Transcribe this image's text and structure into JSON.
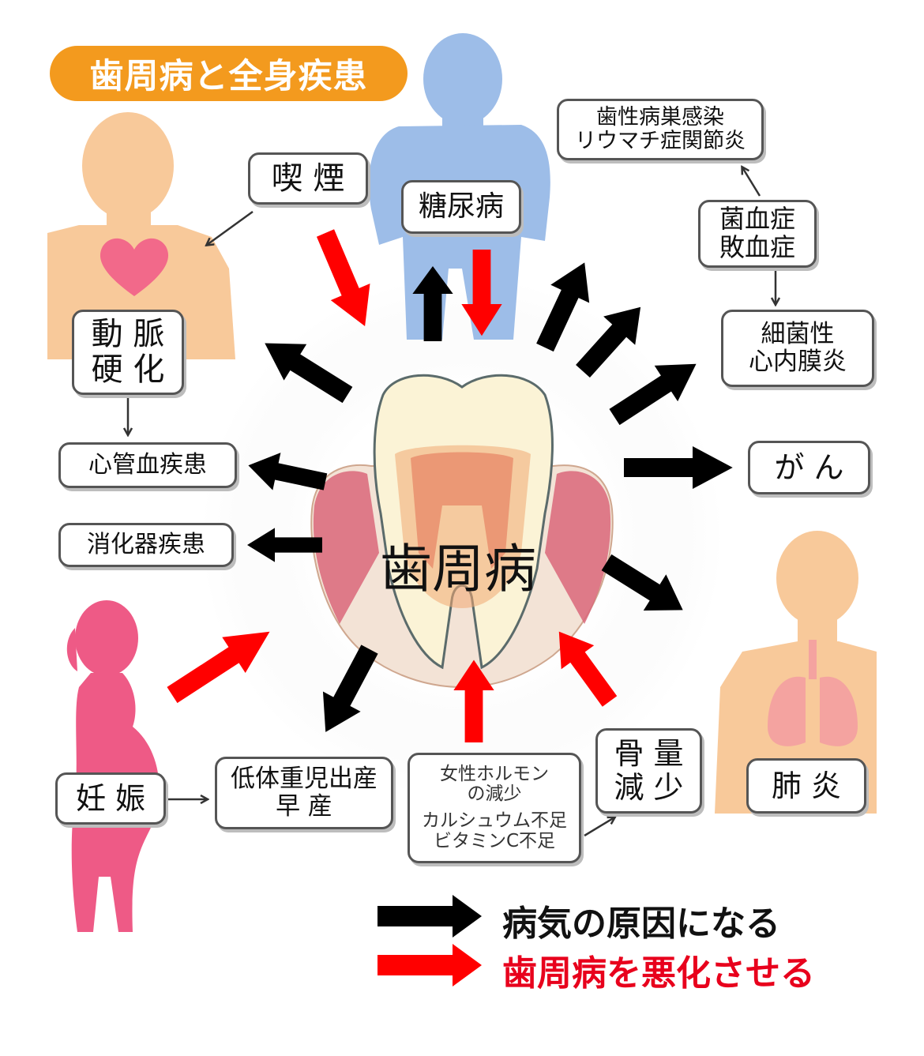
{
  "title": "歯周病と全身疾患",
  "center": "歯周病",
  "nodes": {
    "kitsuen": "喫 煙",
    "tonyobyo": "糖尿病",
    "shiseibyo_line1": "歯性病巣感染",
    "shiseibyo_line2": "リウマチ症関節炎",
    "kinketsusho_line1": "菌血症",
    "kinketsusho_line2": "敗血症",
    "saikinsei_line1": "細菌性",
    "saikinsei_line2": "心内膜炎",
    "gan": "が ん",
    "domyaku_line1": "動 脈",
    "domyaku_line2": "硬 化",
    "shinkekkan": "心管血疾患",
    "shokaki": "消化器疾患",
    "haien": "肺 炎",
    "kotsuryo_line1": "骨 量",
    "kotsuryo_line2": "減 少",
    "joseihormone_line1": "女性ホルモン",
    "joseihormone_line2": "の減少",
    "joseihormone_line3": "カルシュウム不足",
    "joseihormone_line4": "ビタミンC不足",
    "teitaiju_line1": "低体重児出産",
    "teitaiju_line2": "早 産",
    "ninshin": "妊 娠"
  },
  "legend": {
    "black_label": "病気の原因になる",
    "red_label": "歯周病を悪化させる"
  },
  "colors": {
    "title_bg": "#f39a1e",
    "cause_arrow": "#000000",
    "worsen_arrow": "#ff0000",
    "legend_red_text": "#e8001c",
    "heart": "#f2698a",
    "skin": "#f8c99a",
    "diabetic_figure": "#9dbde8",
    "pregnant_figure": "#ee5a86",
    "lungs": "#f4a3a0"
  },
  "icons": [
    "heart-icon",
    "lungs-icon",
    "tooth-icon"
  ]
}
